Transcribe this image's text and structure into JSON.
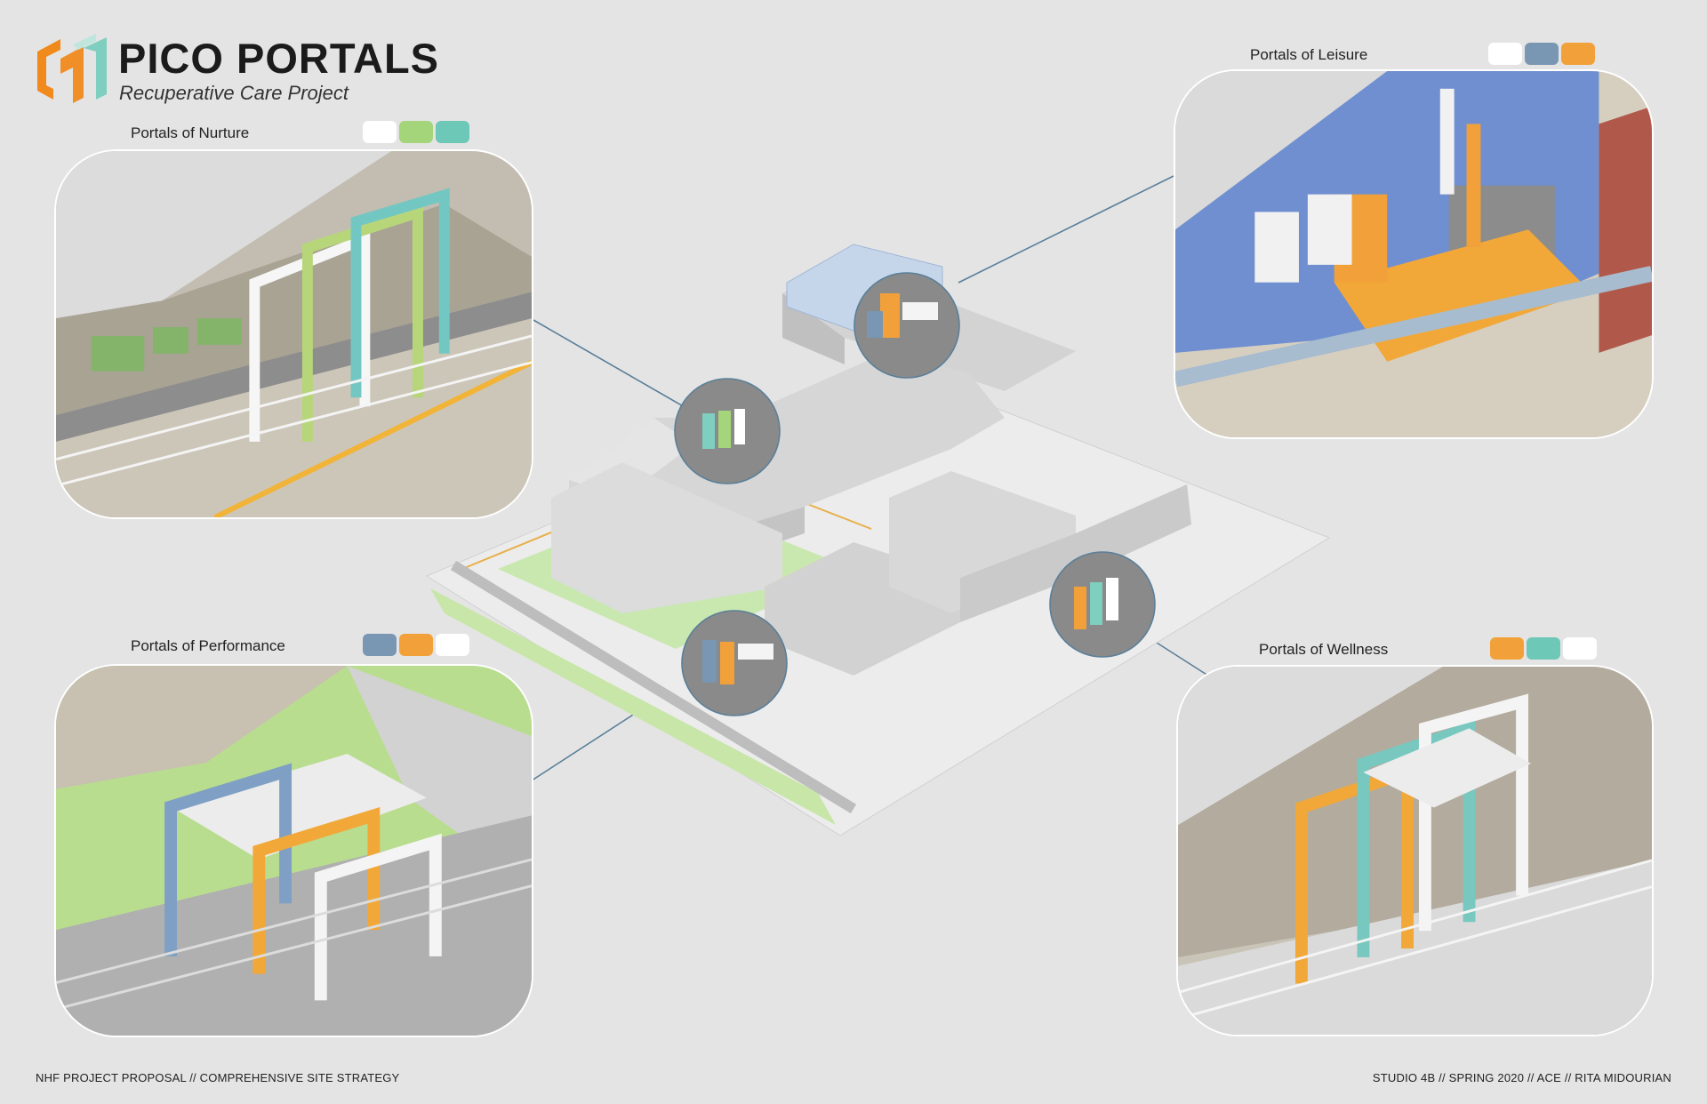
{
  "header": {
    "title": "PICO PORTALS",
    "subtitle": "Recuperative Care Project"
  },
  "portals": [
    {
      "id": "nurture",
      "label": "Portals of Nurture",
      "swatches": [
        "#ffffff",
        "#a5d57a",
        "#6dc8b8"
      ]
    },
    {
      "id": "leisure",
      "label": "Portals of Leisure",
      "swatches": [
        "#ffffff",
        "#7996b3",
        "#f2a13a"
      ]
    },
    {
      "id": "performance",
      "label": "Portals of Performance",
      "swatches": [
        "#7996b3",
        "#f2a13a",
        "#ffffff"
      ]
    },
    {
      "id": "wellness",
      "label": "Portals of Wellness",
      "swatches": [
        "#f2a13a",
        "#6dc8b8",
        "#ffffff"
      ]
    }
  ],
  "colors": {
    "background": "#e4e4e4",
    "logo_orange": "#f08a1c",
    "logo_teal": "#7fcfc0",
    "leader_line": "#5a7f99",
    "building": "#d9d9d9",
    "lawn": "#b8dd95"
  },
  "footer": {
    "left": "NHF PROJECT PROPOSAL // COMPREHENSIVE SITE STRATEGY",
    "right": "STUDIO 4B // SPRING 2020 // ACE // RITA MIDOURIAN"
  },
  "icons": {
    "logo": "portal-logo-icon"
  }
}
